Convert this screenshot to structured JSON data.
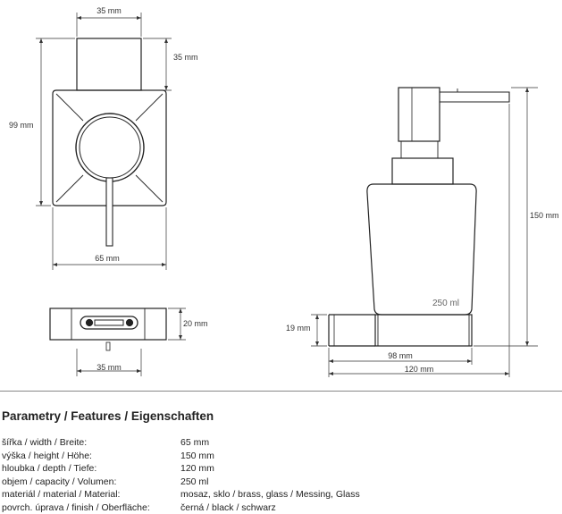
{
  "drawing": {
    "top_width": "35 mm",
    "top_height": "35 mm",
    "front_height": "99 mm",
    "front_width": "65 mm",
    "plate_height": "20 mm",
    "bottom_width": "35 mm",
    "side_height": "150 mm",
    "side_base_height": "19 mm",
    "side_depth_short": "98 mm",
    "side_depth": "120 mm",
    "capacity_label": "250 ml"
  },
  "features": {
    "title": "Parametry / Features / Eigenschaften",
    "rows": [
      {
        "label": "šířka / width / Breite:",
        "value": "65 mm"
      },
      {
        "label": "výška / height / Höhe:",
        "value": "150 mm"
      },
      {
        "label": "hloubka / depth / Tiefe:",
        "value": "120 mm"
      },
      {
        "label": "objem / capacity / Volumen:",
        "value": "250 ml"
      },
      {
        "label": "materiál / material / Material:",
        "value": "mosaz, sklo / brass, glass / Messing, Glass"
      },
      {
        "label": "povrch. úprava / finish / Oberfläche:",
        "value": "černá / black / schwarz"
      }
    ]
  }
}
